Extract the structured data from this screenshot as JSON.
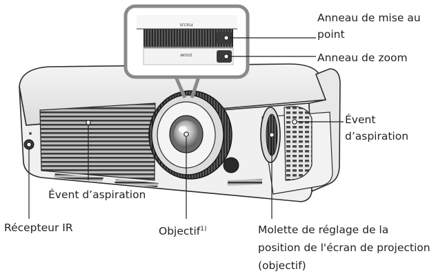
{
  "labels": {
    "focus_ring_line1": "Anneau de mise au",
    "focus_ring_line2": "point",
    "zoom_ring": "Anneau de zoom",
    "side_vent_line1": "Évent",
    "side_vent_line2": "d’aspiration",
    "front_vent": "Évent d’aspiration",
    "ir_receiver": "Récepteur IR",
    "lens": "Objectif",
    "lens_note": "1)",
    "lens_shift_line1": "Molette de réglage de la",
    "lens_shift_line2": "position de l'écran de projection",
    "lens_shift_line3": "(objectif)"
  },
  "inset_ring_text": {
    "focus": "FOCUS",
    "zoom": "ZOOM"
  }
}
